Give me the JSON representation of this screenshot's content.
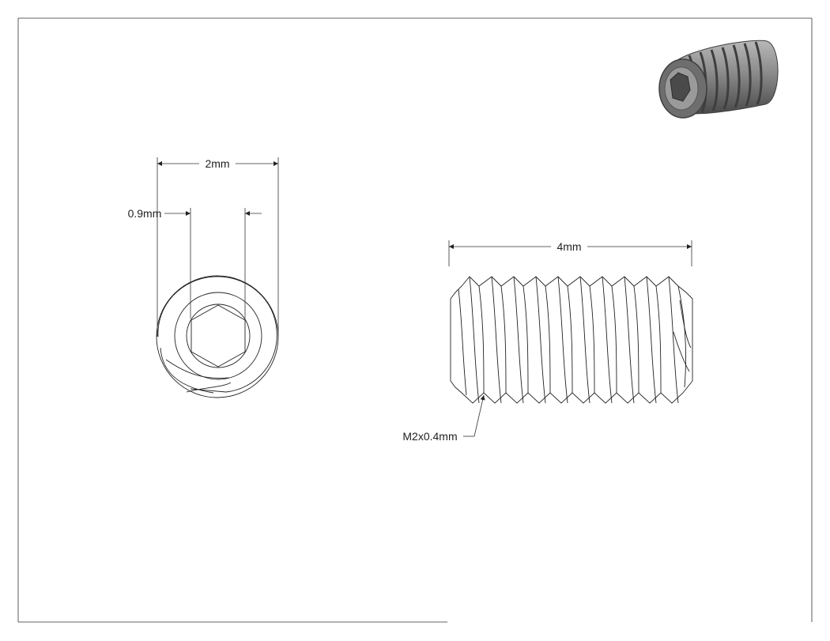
{
  "drawing": {
    "dimensions": {
      "outer_diameter": "2mm",
      "hex_socket": "0.9mm",
      "length": "4mm",
      "thread_callout": "M2x0.4mm"
    }
  },
  "colors": {
    "line": "#222222",
    "frame": "#333333",
    "render_body": "#8a8a8a",
    "render_dark": "#3e3e3e",
    "render_light": "#b8b8b8"
  },
  "icons": {
    "arrowhead": "filled-triangle",
    "render": "set-screw-3d-view"
  }
}
